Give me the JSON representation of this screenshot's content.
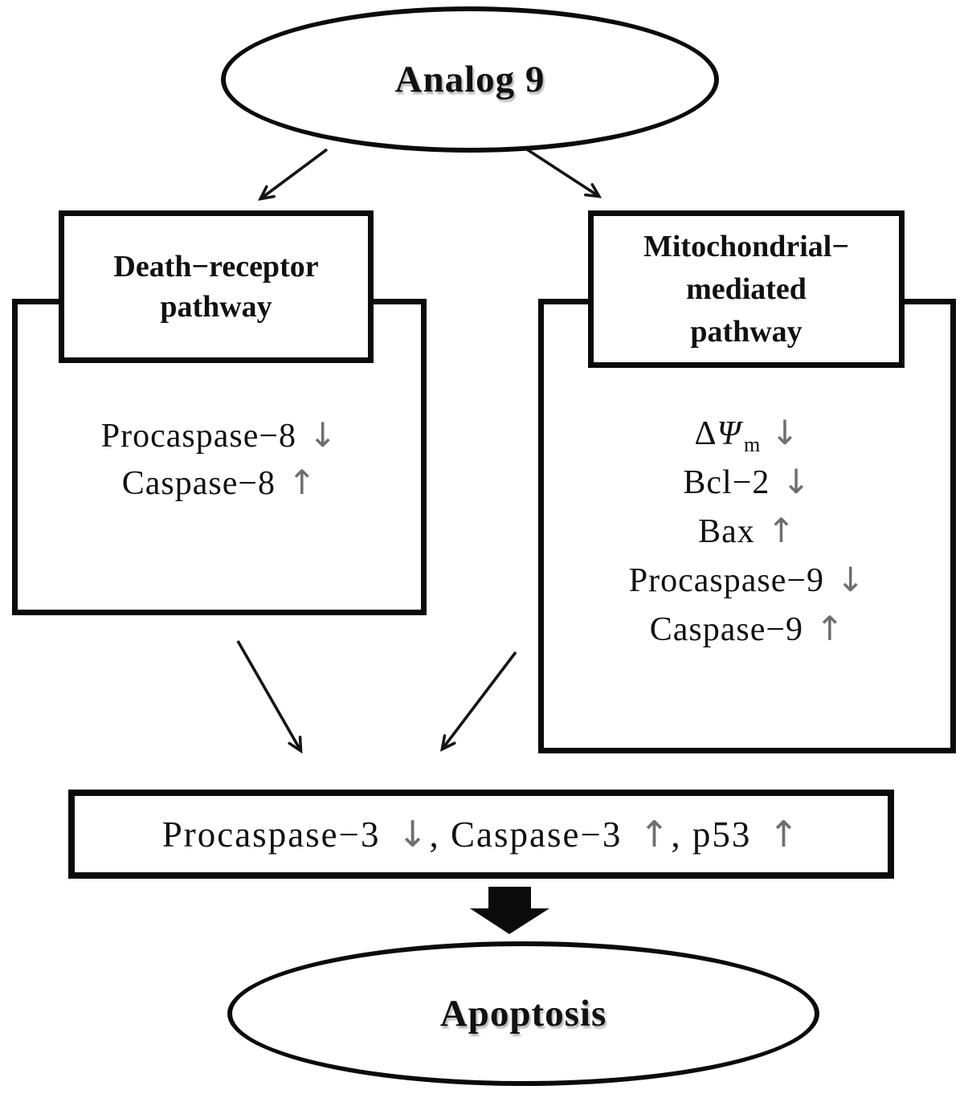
{
  "diagram": {
    "top_node": {
      "label": "Analog 9"
    },
    "left_pathway": {
      "header_lines": [
        "Death−receptor",
        "pathway"
      ],
      "items": [
        {
          "main": "Procaspase−8",
          "italic": "",
          "sub": "",
          "arrow": "↓"
        },
        {
          "main": "Caspase−8",
          "italic": "",
          "sub": "",
          "arrow": "↑"
        }
      ]
    },
    "right_pathway": {
      "header_lines": [
        "Mitochondrial−",
        "mediated",
        "pathway"
      ],
      "items": [
        {
          "main": "Δ",
          "italic": "Ψ",
          "sub": "m",
          "arrow": "↓"
        },
        {
          "main": "Bcl−2",
          "italic": "",
          "sub": "",
          "arrow": "↓"
        },
        {
          "main": "Bax",
          "italic": "",
          "sub": "",
          "arrow": "↑"
        },
        {
          "main": "Procaspase−9",
          "italic": "",
          "sub": "",
          "arrow": "↓"
        },
        {
          "main": "Caspase−9",
          "italic": "",
          "sub": "",
          "arrow": "↑"
        }
      ]
    },
    "convergence_box": {
      "segments": [
        {
          "text": "Procaspase−3 ",
          "arrow": "↓"
        },
        {
          "text": ", Caspase−3 ",
          "arrow": "↑"
        },
        {
          "text": ", p53 ",
          "arrow": "↑"
        }
      ]
    },
    "bottom_node": {
      "label": "Apoptosis"
    },
    "colors": {
      "ink": "#0b0b0b",
      "arrow_glyph": "#6e6e6e",
      "background": "#ffffff"
    }
  }
}
